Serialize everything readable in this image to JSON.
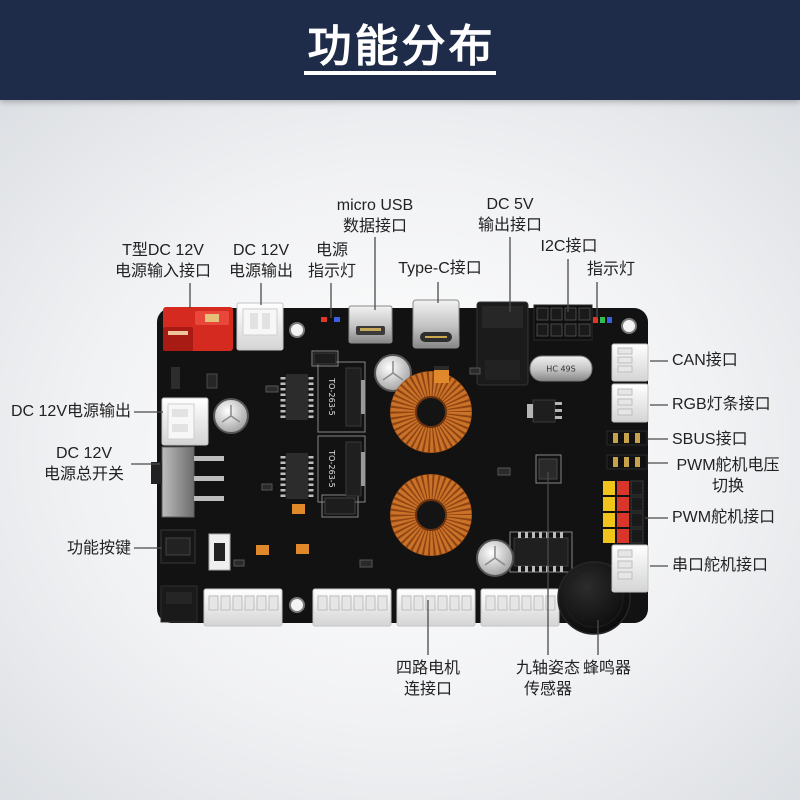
{
  "header": {
    "title": "功能分布"
  },
  "labels": {
    "t_dc_input": {
      "line1": "T型DC 12V",
      "line2": "电源输入接口"
    },
    "dc_output_top": {
      "line1": "DC 12V",
      "line2": "电源输出"
    },
    "power_led": {
      "line1": "电源",
      "line2": "指示灯"
    },
    "micro_usb": {
      "line1": "micro USB",
      "line2": "数据接口"
    },
    "type_c": "Type-C接口",
    "dc_5v_output": {
      "line1": "DC 5V",
      "line2": "输出接口"
    },
    "i2c": "I2C接口",
    "indicator_led": "指示灯",
    "can": "CAN接口",
    "rgb_strip": "RGB灯条接口",
    "sbus": "SBUS接口",
    "pwm_voltage_switch": {
      "line1": "PWM舵机电压",
      "line2": "切换"
    },
    "pwm_servo": "PWM舵机接口",
    "serial_servo": "串口舵机接口",
    "dc_output_left": "DC 12V电源输出",
    "main_power_switch": {
      "line1": "DC 12V",
      "line2": "电源总开关"
    },
    "function_key": "功能按键",
    "motor_ports": {
      "line1": "四路电机",
      "line2": "连接口"
    },
    "imu_sensor": {
      "line1": "九轴姿态",
      "line2": "传感器"
    },
    "buzzer": "蜂鸣器"
  },
  "board_markings": {
    "regulator_1": "TO-263-5",
    "regulator_2": "TO-263-5",
    "crystal": "HC 49S"
  },
  "colors": {
    "header_bg": "#1f2c49",
    "header_text": "#ffffff",
    "label_text": "#222222",
    "leader_line": "#4b4b4b",
    "pcb": "#121212",
    "t_plug": "#d42a20",
    "inductor_winding": "#c97228",
    "jumper_yellow": "#f2c31b",
    "jumper_red": "#d8362b"
  }
}
